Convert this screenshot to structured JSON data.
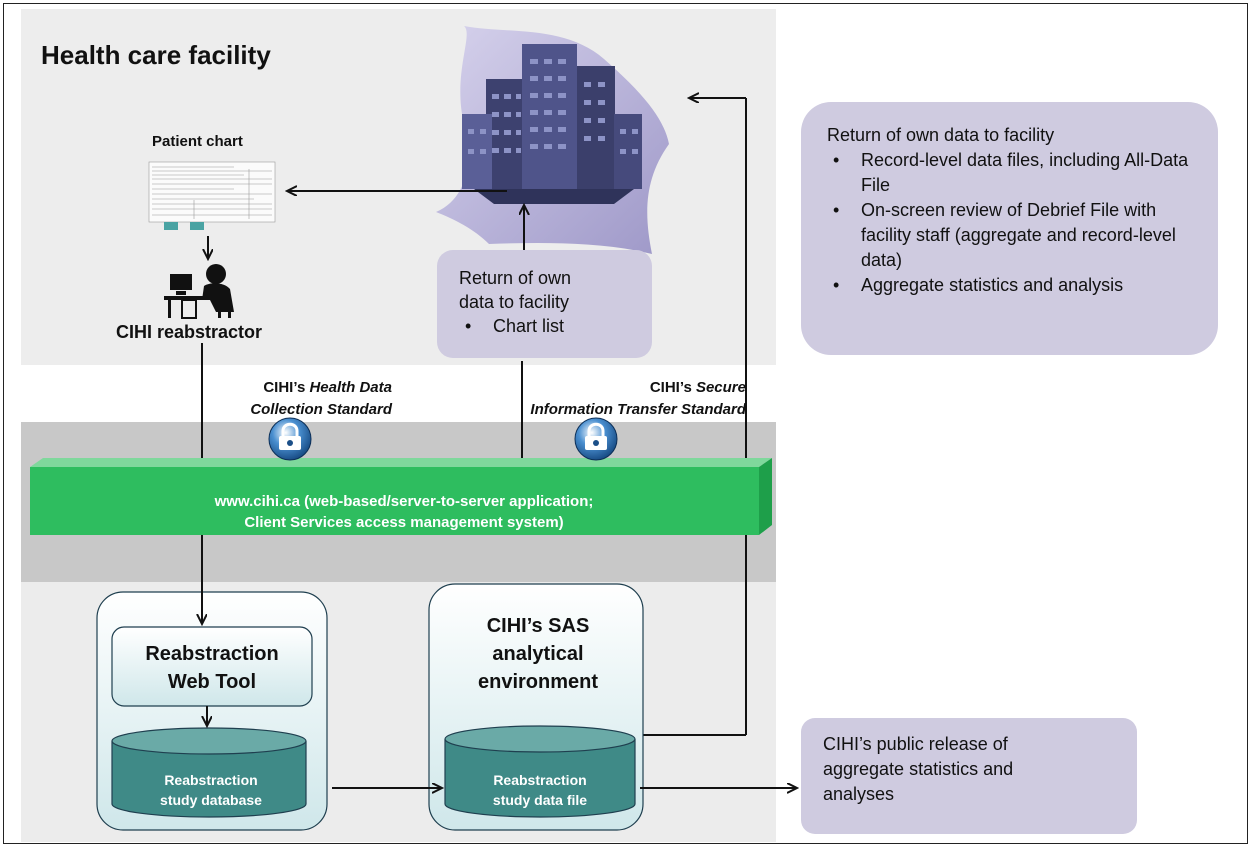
{
  "facility": {
    "title": "Health care facility"
  },
  "patient_chart": {
    "label": "Patient chart"
  },
  "reabstractor": {
    "label": "CIHI reabstractor"
  },
  "callout_facility": {
    "line1": "Return of own",
    "line2": "data to facility",
    "bullets": [
      "Chart list"
    ]
  },
  "callout_right": {
    "heading": "Return of own data to facility",
    "bullets": [
      "Record-level data files, including All-Data File",
      "On-screen review of Debrief File with facility staff (aggregate and record-level data)",
      "Aggregate statistics and analysis"
    ]
  },
  "standards": {
    "hdcs_prefix": "CIHI’s",
    "hdcs_line1": "Health Data",
    "hdcs_line2": "Collection Standard",
    "sits_prefix": "CIHI’s",
    "sits_line1": "Secure",
    "sits_line2": "Information Transfer Standard"
  },
  "platform": {
    "line1": "www.cihi.ca (web-based/server-to-server application;",
    "line2": "Client Services access management system)"
  },
  "web_tool": {
    "line1": "Reabstraction",
    "line2": "Web Tool"
  },
  "database": {
    "line1": "Reabstraction",
    "line2": "study database"
  },
  "sas": {
    "line1": "CIHI’s SAS",
    "line2": "analytical",
    "line3": "environment"
  },
  "data_file": {
    "line1": "Reabstraction",
    "line2": "study data file"
  },
  "public_release": {
    "line1": "CIHI’s public release of",
    "line2": "aggregate statistics and",
    "line3": "analyses"
  },
  "colors": {
    "green": "#2ebd5f",
    "cylinder": "#3f8a87",
    "callout": "#cfcbe0",
    "building": "#464a7c"
  },
  "icons": [
    "building-icon",
    "patient-chart-icon",
    "reabstractor-person-icon",
    "lock-icon",
    "pie-chart-icon",
    "bar-chart-icon",
    "table-icon"
  ]
}
